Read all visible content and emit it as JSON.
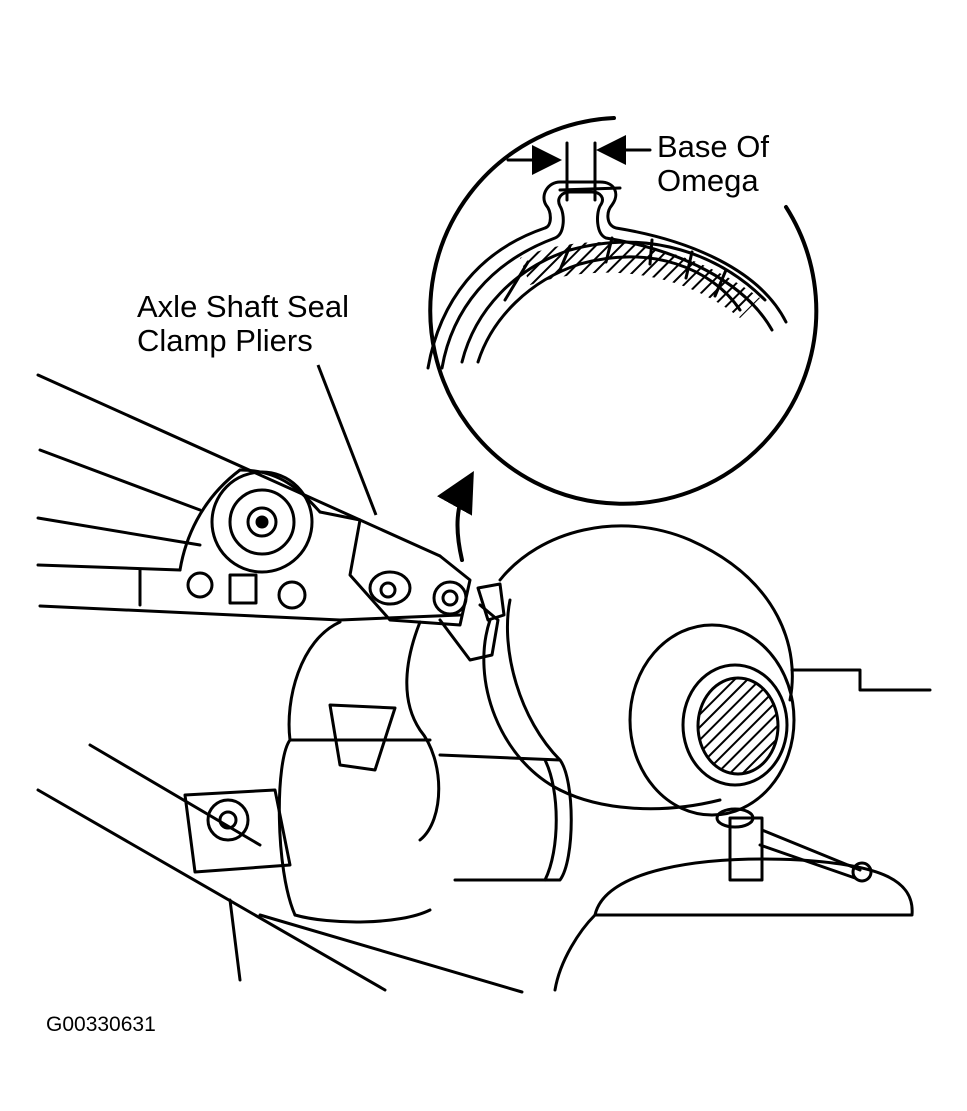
{
  "labels": {
    "base_of_omega": [
      "Base Of",
      "Omega"
    ],
    "pliers": [
      "Axle Shaft Seal",
      "Clamp Pliers"
    ],
    "figure_id": "G00330631"
  },
  "colors": {
    "ink": "#000000",
    "paper": "#ffffff"
  }
}
